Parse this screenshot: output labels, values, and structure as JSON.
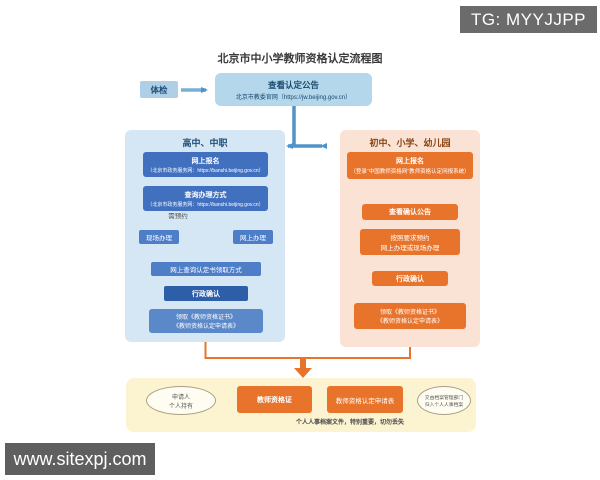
{
  "watermarks": {
    "tg": "TG: MYYJJPP",
    "site": "www.sitexpj.com"
  },
  "title": "北京市中小学教师资格认定流程图",
  "top": {
    "tijian": "体检",
    "announce_line1": "查看认定公告",
    "announce_line2": "北京市教委官网（https://jw.beijing.gov.cn）"
  },
  "left_panel": {
    "header": "高中、中职",
    "box1_line1": "网上报名",
    "box1_line2": "（北京市政务服务网：https://banshi.beijing.gov.cn）",
    "box2_line1": "查询办理方式",
    "box2_line2": "（北京市政务服务网：https://banshi.beijing.gov.cn）",
    "branch_label": "需预约",
    "branch_left": "现场办理",
    "branch_right": "网上办理",
    "box3": "网上查询认定书领取方式",
    "box4": "行政确认",
    "box5_line1": "领取《教师资格证书》",
    "box5_line2": "《教师资格认定申请表》"
  },
  "right_panel": {
    "header": "初中、小学、幼儿园",
    "box1_line1": "网上报名",
    "box1_line2": "（登录“中国教师资格网”教师资格认定网报系统）",
    "box2": "查看确认公告",
    "box3_line1": "按照要求预约",
    "box3_line2": "网上办理或现场办理",
    "box4": "行政确认",
    "box5_line1": "领取《教师资格证书》",
    "box5_line2": "《教师资格认定申请表》"
  },
  "bottom_panel": {
    "left_ellipse_line1": "申请人",
    "left_ellipse_line2": "个人持有",
    "cert_box": "教师资格证",
    "form_box": "教师资格认定申请表",
    "right_ellipse_line1": "交由档案管理部门",
    "right_ellipse_line2": "归入个人人事档案",
    "note": "个人人事档案文件，特别重要，切勿丢失"
  },
  "colors": {
    "blue_accent": "#4f93c9",
    "blue_node": "#4170bf",
    "blue_node_dark": "#2d5fa8",
    "orange_accent": "#e8742c",
    "panel_blue": "#d5e6f4",
    "panel_orange": "#fae2d4",
    "panel_yellow": "#fcf3d0",
    "watermark_gray": "#6b6b6b"
  }
}
